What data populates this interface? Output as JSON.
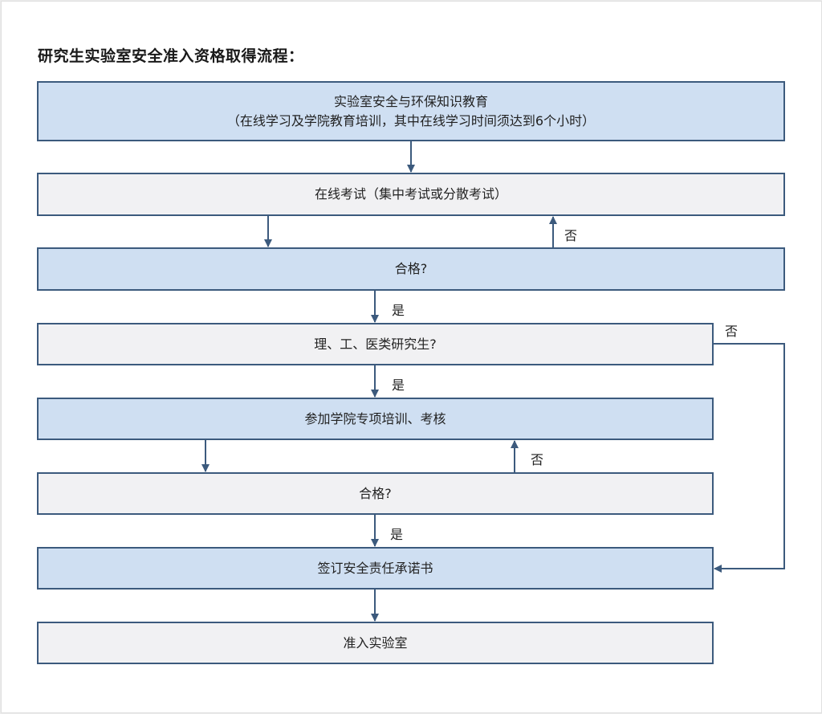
{
  "title": "研究生实验室安全准入资格取得流程：",
  "steps": {
    "education_line1": "实验室安全与环保知识教育",
    "education_line2": "（在线学习及学院教育培训，其中在线学习时间须达到6个小时）",
    "online_exam": "在线考试（集中考试或分散考试）",
    "pass_check_1": "合格?",
    "stem_check": "理、工、医类研究生?",
    "college_training": "参加学院专项培训、考核",
    "pass_check_2": "合格?",
    "sign_commitment": "签订安全责任承诺书",
    "lab_access": "准入实验室"
  },
  "edge_labels": {
    "no_1": "否",
    "yes_1": "是",
    "no_stem": "否",
    "yes_stem": "是",
    "no_2": "否",
    "yes_2": "是"
  },
  "colors": {
    "blue_fill": "#cfdff2",
    "gray_fill": "#f1f1f3",
    "border": "#3c5a7d"
  }
}
